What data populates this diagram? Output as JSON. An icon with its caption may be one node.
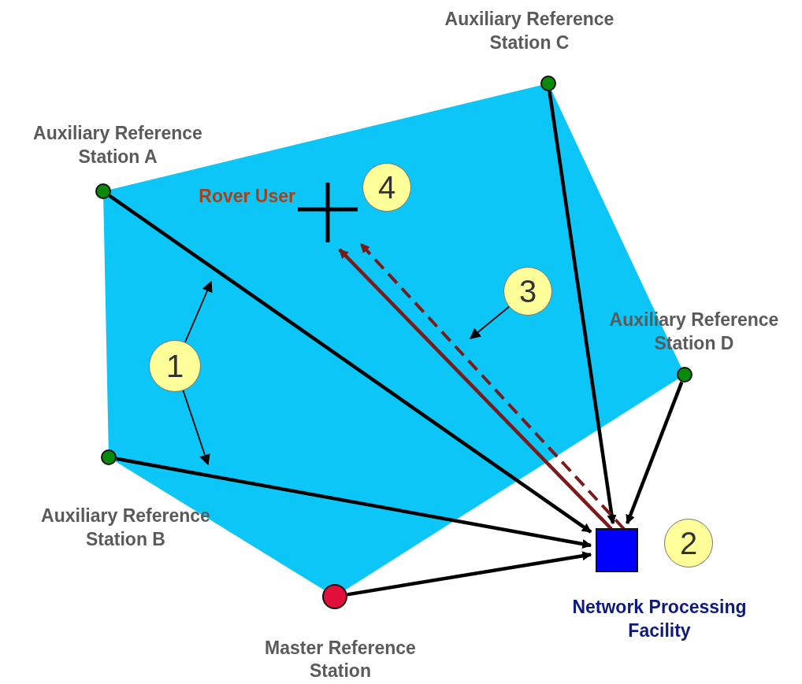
{
  "diagram": {
    "nodes": [
      {
        "text": [],
        "shape": "circle",
        "beside": [
          "Auxiliary Reference Station C"
        ]
      },
      {
        "text": [],
        "shape": "circle",
        "beside": [
          "Auxiliary Reference Station A"
        ]
      },
      {
        "text": [],
        "shape": "cross",
        "beside": [
          "Rover User"
        ]
      },
      {
        "text": [],
        "shape": "circle",
        "beside": [
          "Auxiliary Reference Station D"
        ]
      },
      {
        "text": [],
        "shape": "circle",
        "beside": [
          "Auxiliary Reference Station B"
        ]
      },
      {
        "text": [],
        "shape": "circle",
        "beside": [
          "Master Reference Station"
        ]
      },
      {
        "text": [],
        "shape": "box",
        "beside": [
          "Network Processing Facility"
        ]
      },
      {
        "text": [
          "1"
        ]
      },
      {
        "text": [
          "2"
        ]
      },
      {
        "text": [
          "3"
        ]
      },
      {
        "text": [
          "4"
        ]
      }
    ],
    "edges": [
      {
        "from": 1,
        "to": 6,
        "arrow": "to"
      },
      {
        "from": 0,
        "to": 6,
        "arrow": "to"
      },
      {
        "from": 3,
        "to": 6,
        "arrow": "to"
      },
      {
        "from": 4,
        "to": 6,
        "arrow": "to"
      },
      {
        "from": 5,
        "to": 6,
        "arrow": "to"
      },
      {
        "from": 6,
        "to": 2,
        "arrow": "to",
        "color": "#7a1a1a"
      },
      {
        "from": 6,
        "to": 2,
        "arrow": "to",
        "style": "dashed",
        "color": "#7a1a1a"
      },
      {
        "from": 7,
        "to": null,
        "arrow": "to"
      },
      {
        "from": 7,
        "to": null,
        "arrow": "to"
      },
      {
        "from": 9,
        "to": null,
        "arrow": "to"
      }
    ]
  }
}
